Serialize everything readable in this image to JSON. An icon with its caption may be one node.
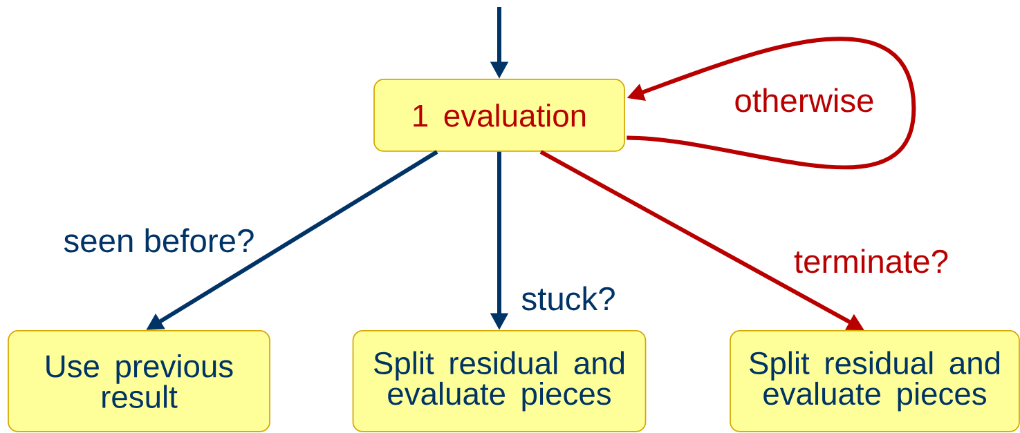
{
  "diagram": {
    "nodes": [
      {
        "text": [
          "1 evaluation"
        ]
      },
      {
        "text": [
          "Use previous result"
        ]
      },
      {
        "text": [
          "Split residual and evaluate pieces"
        ]
      },
      {
        "text": [
          "Split residual and evaluate pieces"
        ]
      }
    ],
    "edges": [
      {
        "from": null,
        "to": 0,
        "arrow": "to"
      },
      {
        "from": 0,
        "to": 0,
        "label": "otherwise",
        "arrow": "to",
        "color": "#b80000"
      },
      {
        "from": 0,
        "to": 1,
        "label": "seen before?",
        "arrow": "to"
      },
      {
        "from": 0,
        "to": 2,
        "label": "stuck?",
        "arrow": "to"
      },
      {
        "from": 0,
        "to": 3,
        "label": "terminate?",
        "arrow": "to",
        "color": "#b80000"
      }
    ]
  }
}
